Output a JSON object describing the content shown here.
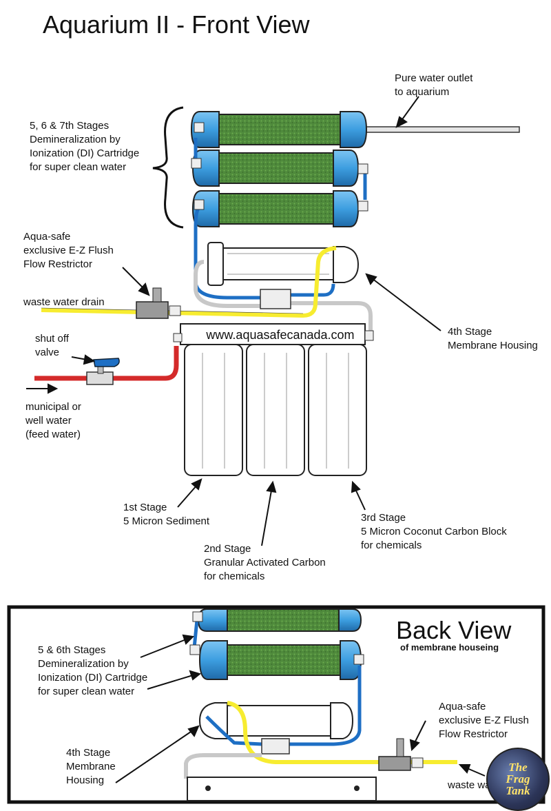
{
  "title": "Aquarium II - Front View",
  "website": "www.aquasafecanada.com",
  "front_labels": {
    "pure_outlet": "Pure water outlet\nto aquarium",
    "di_stages": "5, 6 & 7th Stages\nDemineralization by\nIonization (DI) Cartridge\nfor super clean water",
    "flush_restrictor": "Aqua-safe\nexclusive E-Z Flush\nFlow Restrictor",
    "waste_drain": "waste water drain",
    "shutoff": "shut off\nvalve",
    "feed": "municipal or\nwell water\n(feed water)",
    "membrane": "4th Stage\nMembrane Housing",
    "stage1": "1st Stage\n5 Micron Sediment",
    "stage2": "2nd Stage\nGranular Activated Carbon\nfor chemicals",
    "stage3": "3rd Stage\n5 Micron Coconut Carbon Block\nfor chemicals"
  },
  "back_view": {
    "title": "Back View",
    "subtitle": "of membrane houseing",
    "di_stages": "5 & 6th Stages\nDemineralization by\nIonization (DI) Cartridge\nfor super clean water",
    "membrane": "4th Stage\nMembrane\nHousing",
    "flush_restrictor": "Aqua-safe\nexclusive E-Z Flush\nFlow Restrictor",
    "waste": "waste wa"
  },
  "badge": {
    "line1": "The",
    "line2": "Frag",
    "line3": "Tank"
  },
  "colors": {
    "di_cap": "#3d9ee0",
    "di_media": "#4f8a3c",
    "blue_tube": "#1e6fc4",
    "yellow_tube": "#f7ec30",
    "red_tube": "#d42a2a",
    "grey_tube": "#d4d4d4",
    "housing": "#ffffff"
  }
}
